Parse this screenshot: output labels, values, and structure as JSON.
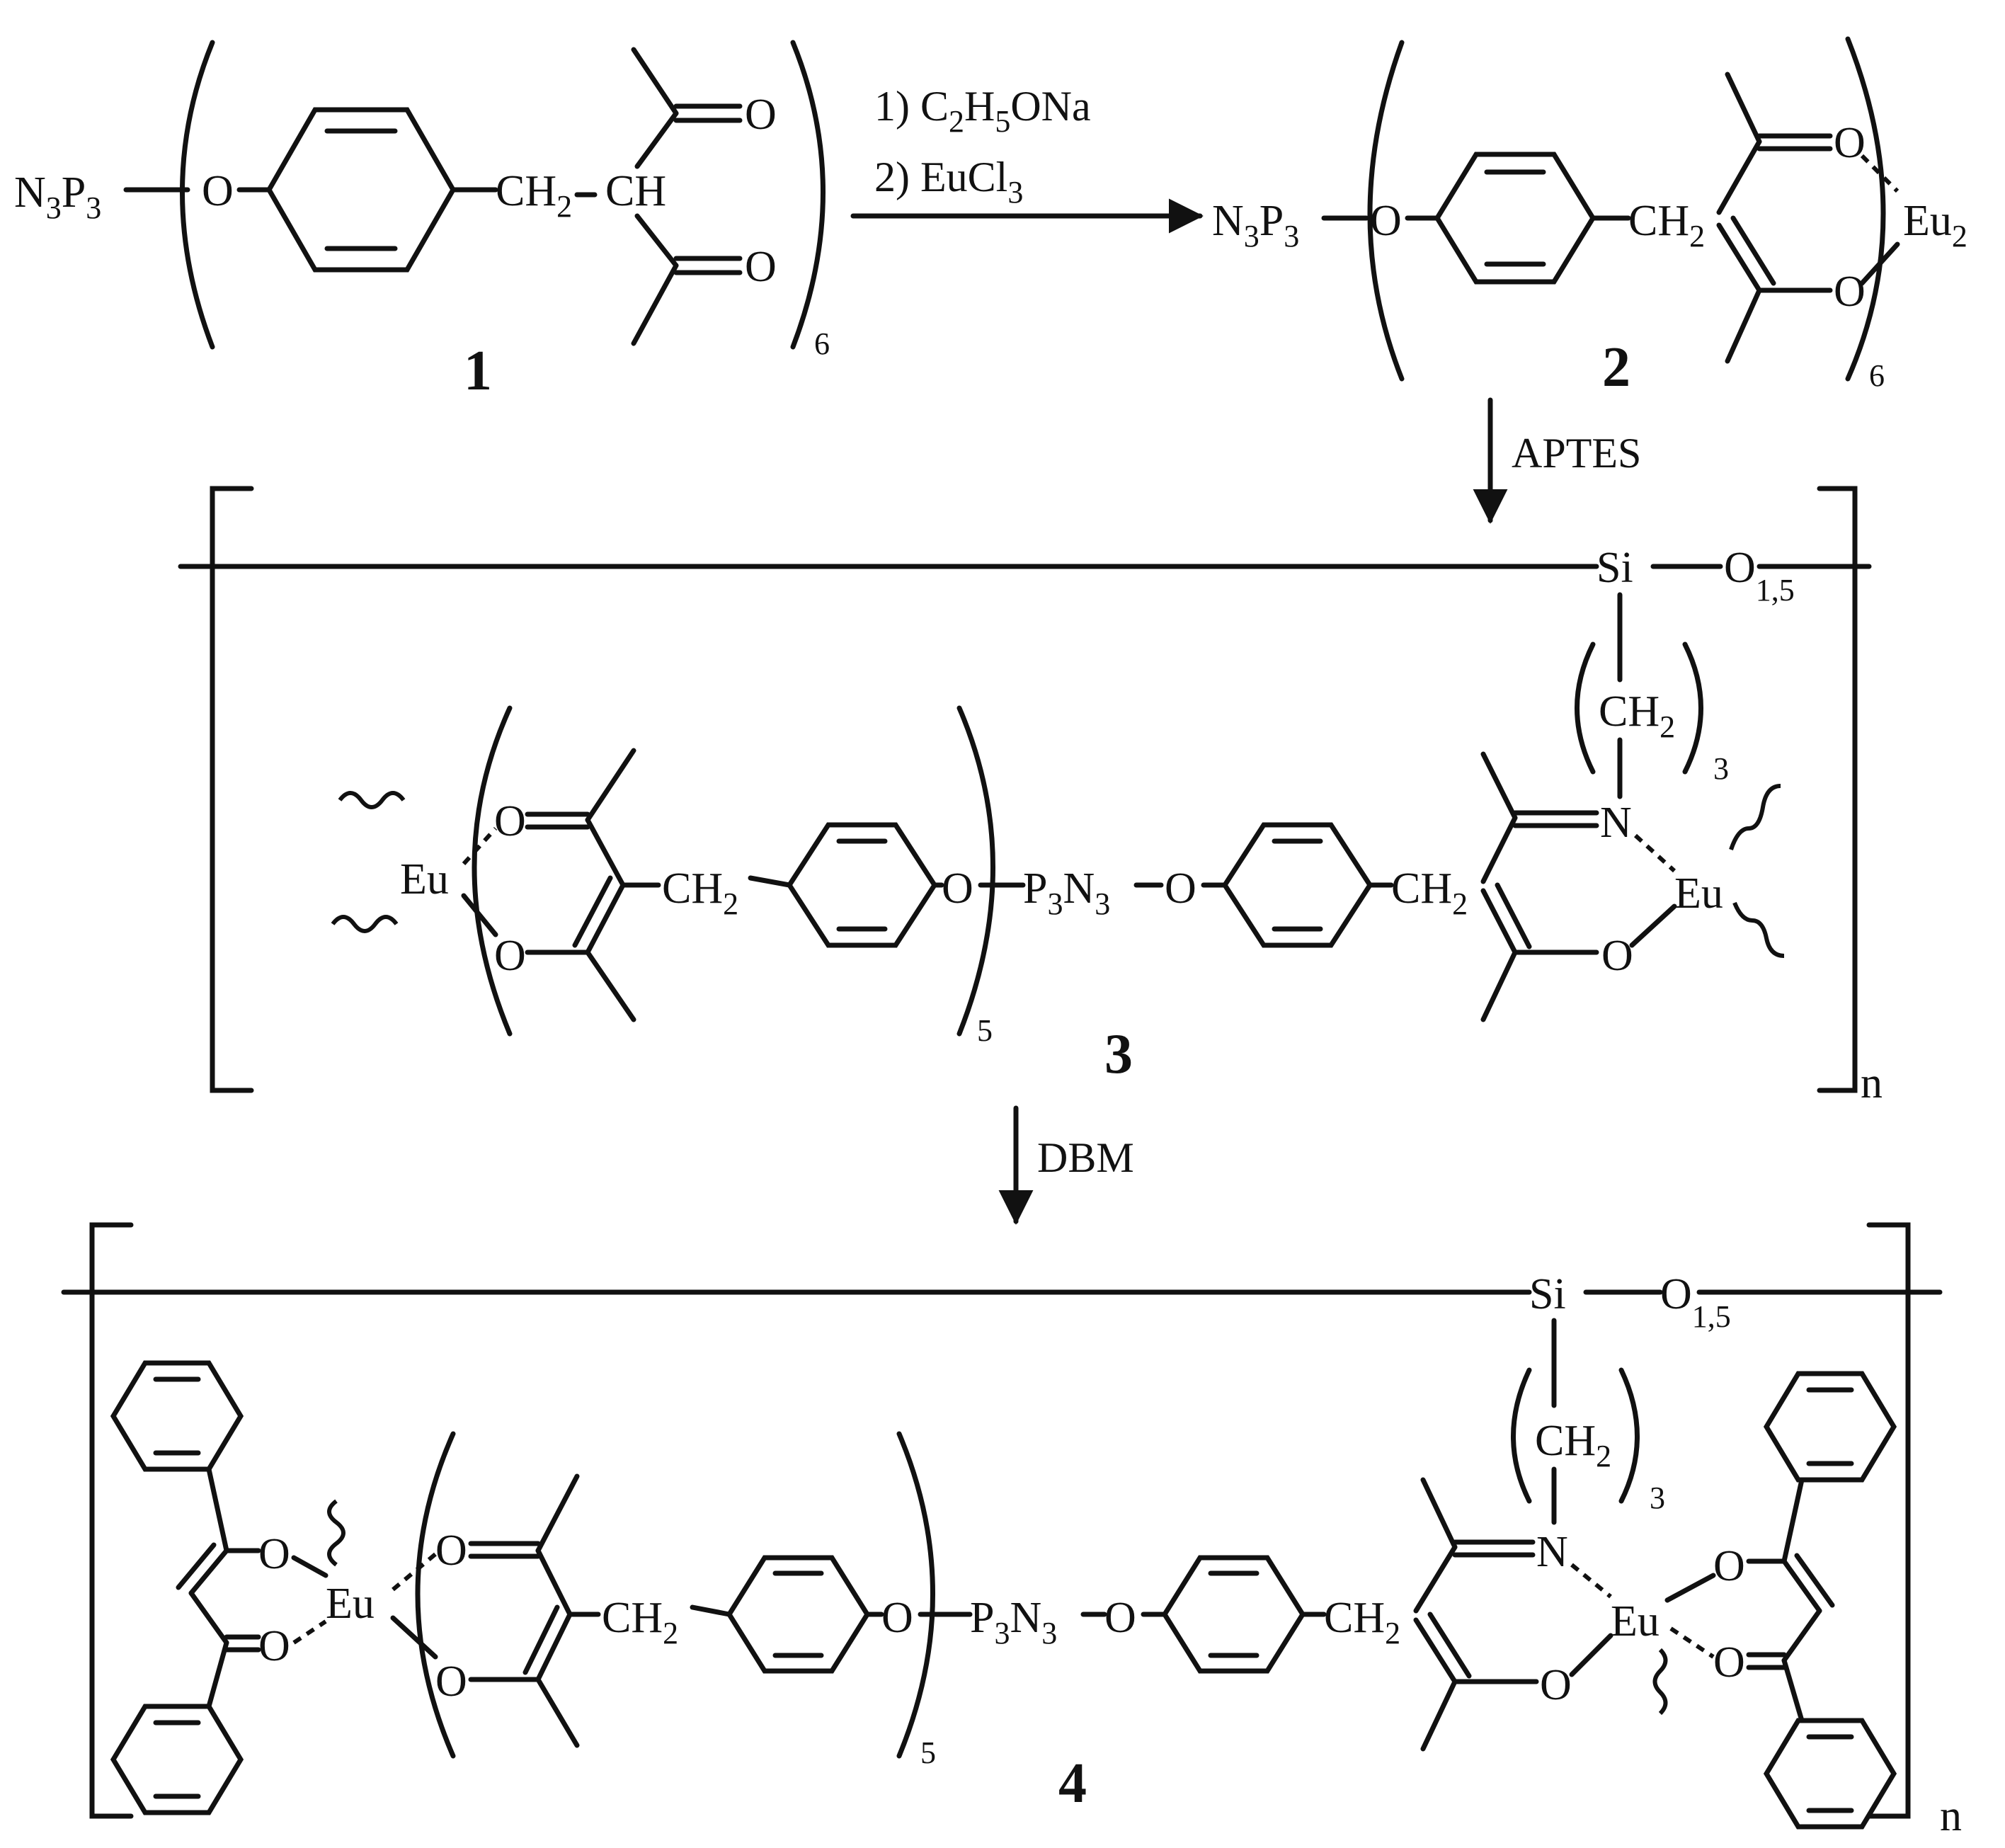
{
  "compounds": {
    "c1": {
      "number": "1",
      "core": {
        "main": "N",
        "s1": "3",
        "mid": "P",
        "s2": "3"
      },
      "o": "O",
      "ch2": "CH",
      "ch2_sub": "2",
      "ch": "CH",
      "o_top": "O",
      "o_bottom": "O",
      "multiplier": "6"
    },
    "c2": {
      "number": "2",
      "core": {
        "main": "N",
        "s1": "3",
        "mid": "P",
        "s2": "3"
      },
      "o": "O",
      "ch2": "CH",
      "ch2_sub": "2",
      "o_top": "O",
      "o_bottom": "O",
      "metal": "Eu",
      "metal_sub": "2",
      "multiplier": "6"
    },
    "c3": {
      "number": "3",
      "si": "Si",
      "o_si": "O",
      "o_si_sub": "1,5",
      "propyl": "CH",
      "propyl_sub1": "2",
      "propyl_sub2": "3",
      "eu": "Eu",
      "o": "O",
      "n": "N",
      "ch2": "CH",
      "ch2_sub": "2",
      "core": {
        "main": "P",
        "s1": "3",
        "mid": "N",
        "s2": "3"
      },
      "multiplier": "5",
      "repeat": "n"
    },
    "c4": {
      "number": "4",
      "si": "Si",
      "o_si": "O",
      "o_si_sub": "1,5",
      "propyl": "CH",
      "propyl_sub1": "2",
      "propyl_sub2": "3",
      "eu": "Eu",
      "o": "O",
      "n": "N",
      "ch2": "CH",
      "ch2_sub": "2",
      "core": {
        "main": "P",
        "s1": "3",
        "mid": "N",
        "s2": "3"
      },
      "multiplier": "5",
      "repeat": "n"
    }
  },
  "arrows": {
    "a1": {
      "line1": {
        "pre": "1) C",
        "s1": "2",
        "mid": "H",
        "s2": "5",
        "post": "ONa"
      },
      "line2": {
        "pre": "2) EuCl",
        "s1": "3"
      }
    },
    "a2": {
      "label": "APTES"
    },
    "a3": {
      "label": "DBM"
    }
  }
}
